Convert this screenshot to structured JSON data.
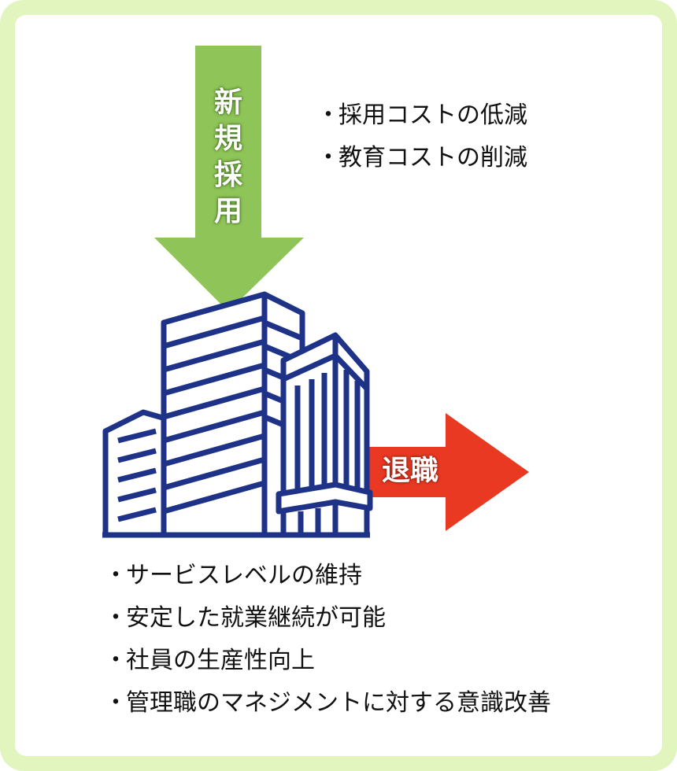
{
  "colors": {
    "frame_bg": "#e3f5bf",
    "card_bg": "#ffffff",
    "hire_arrow": "#8fc558",
    "exit_arrow": "#ea3923",
    "building_stroke": "#1e3288"
  },
  "icons": {
    "building": "office-building-icon",
    "down_arrow": "arrow-down-icon",
    "right_arrow": "arrow-right-icon"
  },
  "hire_arrow_label": [
    "新",
    "規",
    "採",
    "用"
  ],
  "exit_arrow_label": "退職",
  "bullet": "・",
  "top_benefits": [
    "採用コストの低減",
    "教育コストの削減"
  ],
  "bottom_benefits": [
    "サービスレベルの維持",
    "安定した就業継続が可能",
    "社員の生産性向上",
    "管理職のマネジメントに対する意識改善"
  ]
}
